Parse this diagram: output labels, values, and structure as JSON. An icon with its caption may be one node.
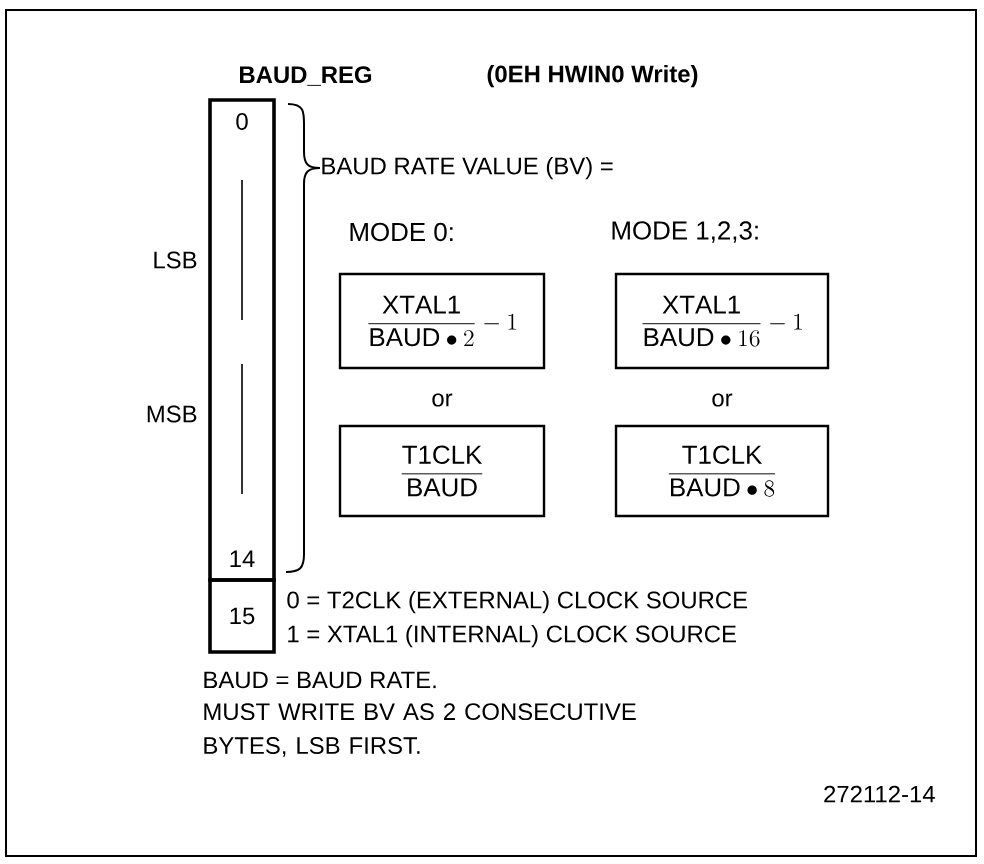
{
  "diagram": {
    "title": "BAUD_REG",
    "nodes": [
      {
        "text": [
          "0",
          "14"
        ],
        "beside": [
          "LSB",
          "MSB"
        ]
      },
      {
        "text": [
          "15"
        ]
      },
      {
        "text": [
          "\\dfrac{\\mathrm{XTAL1}}{\\mathrm{BAUD}\\bullet 2}-1"
        ]
      },
      {
        "text": [
          "\\dfrac{\\mathrm{XTAL1}}{\\mathrm{BAUD}\\bullet 16}-1"
        ]
      },
      {
        "text": [
          "\\dfrac{\\mathrm{T1CLK}}{\\mathrm{BAUD}}"
        ]
      },
      {
        "text": [
          "\\dfrac{\\mathrm{T1CLK}}{\\mathrm{BAUD}\\bullet 8}"
        ]
      }
    ],
    "labels": [
      "(0EH HWIN0 Write)",
      "BAUD RATE VALUE (BV) =",
      "MODE 0:",
      "MODE 1,2,3:",
      "or",
      "or",
      "0 = T2CLK (EXTERNAL) CLOCK SOURCE",
      "1 = XTAL1 (INTERNAL) CLOCK SOURCE",
      "BAUD = BAUD RATE.",
      "MUST WRITE BV AS 2 CONSECUTIVE BYTES, LSB FIRST.",
      "272112-14"
    ]
  }
}
